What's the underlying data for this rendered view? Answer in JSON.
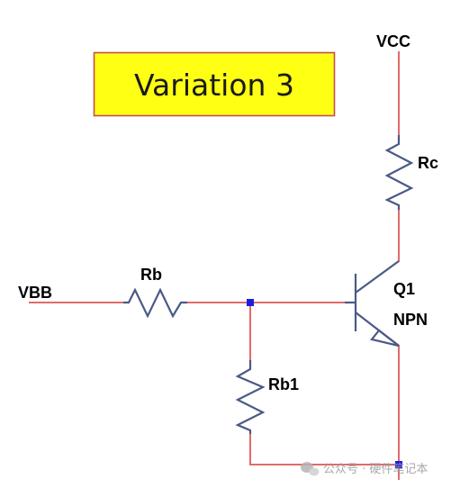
{
  "title": "Variation 3",
  "colors": {
    "title_fill": "#ffff14",
    "title_border": "#c0504d",
    "wire": "#e26a6a",
    "component": "#4a5a86",
    "junction": "#1d1de0"
  },
  "labels": {
    "vcc": "VCC",
    "vbb": "VBB",
    "rc": "Rc",
    "rb": "Rb",
    "rb1": "Rb1",
    "q1": "Q1",
    "npn": "NPN"
  },
  "watermark": {
    "icon": "wechat-icon",
    "text": "公众号 · 硬件笔记本"
  }
}
